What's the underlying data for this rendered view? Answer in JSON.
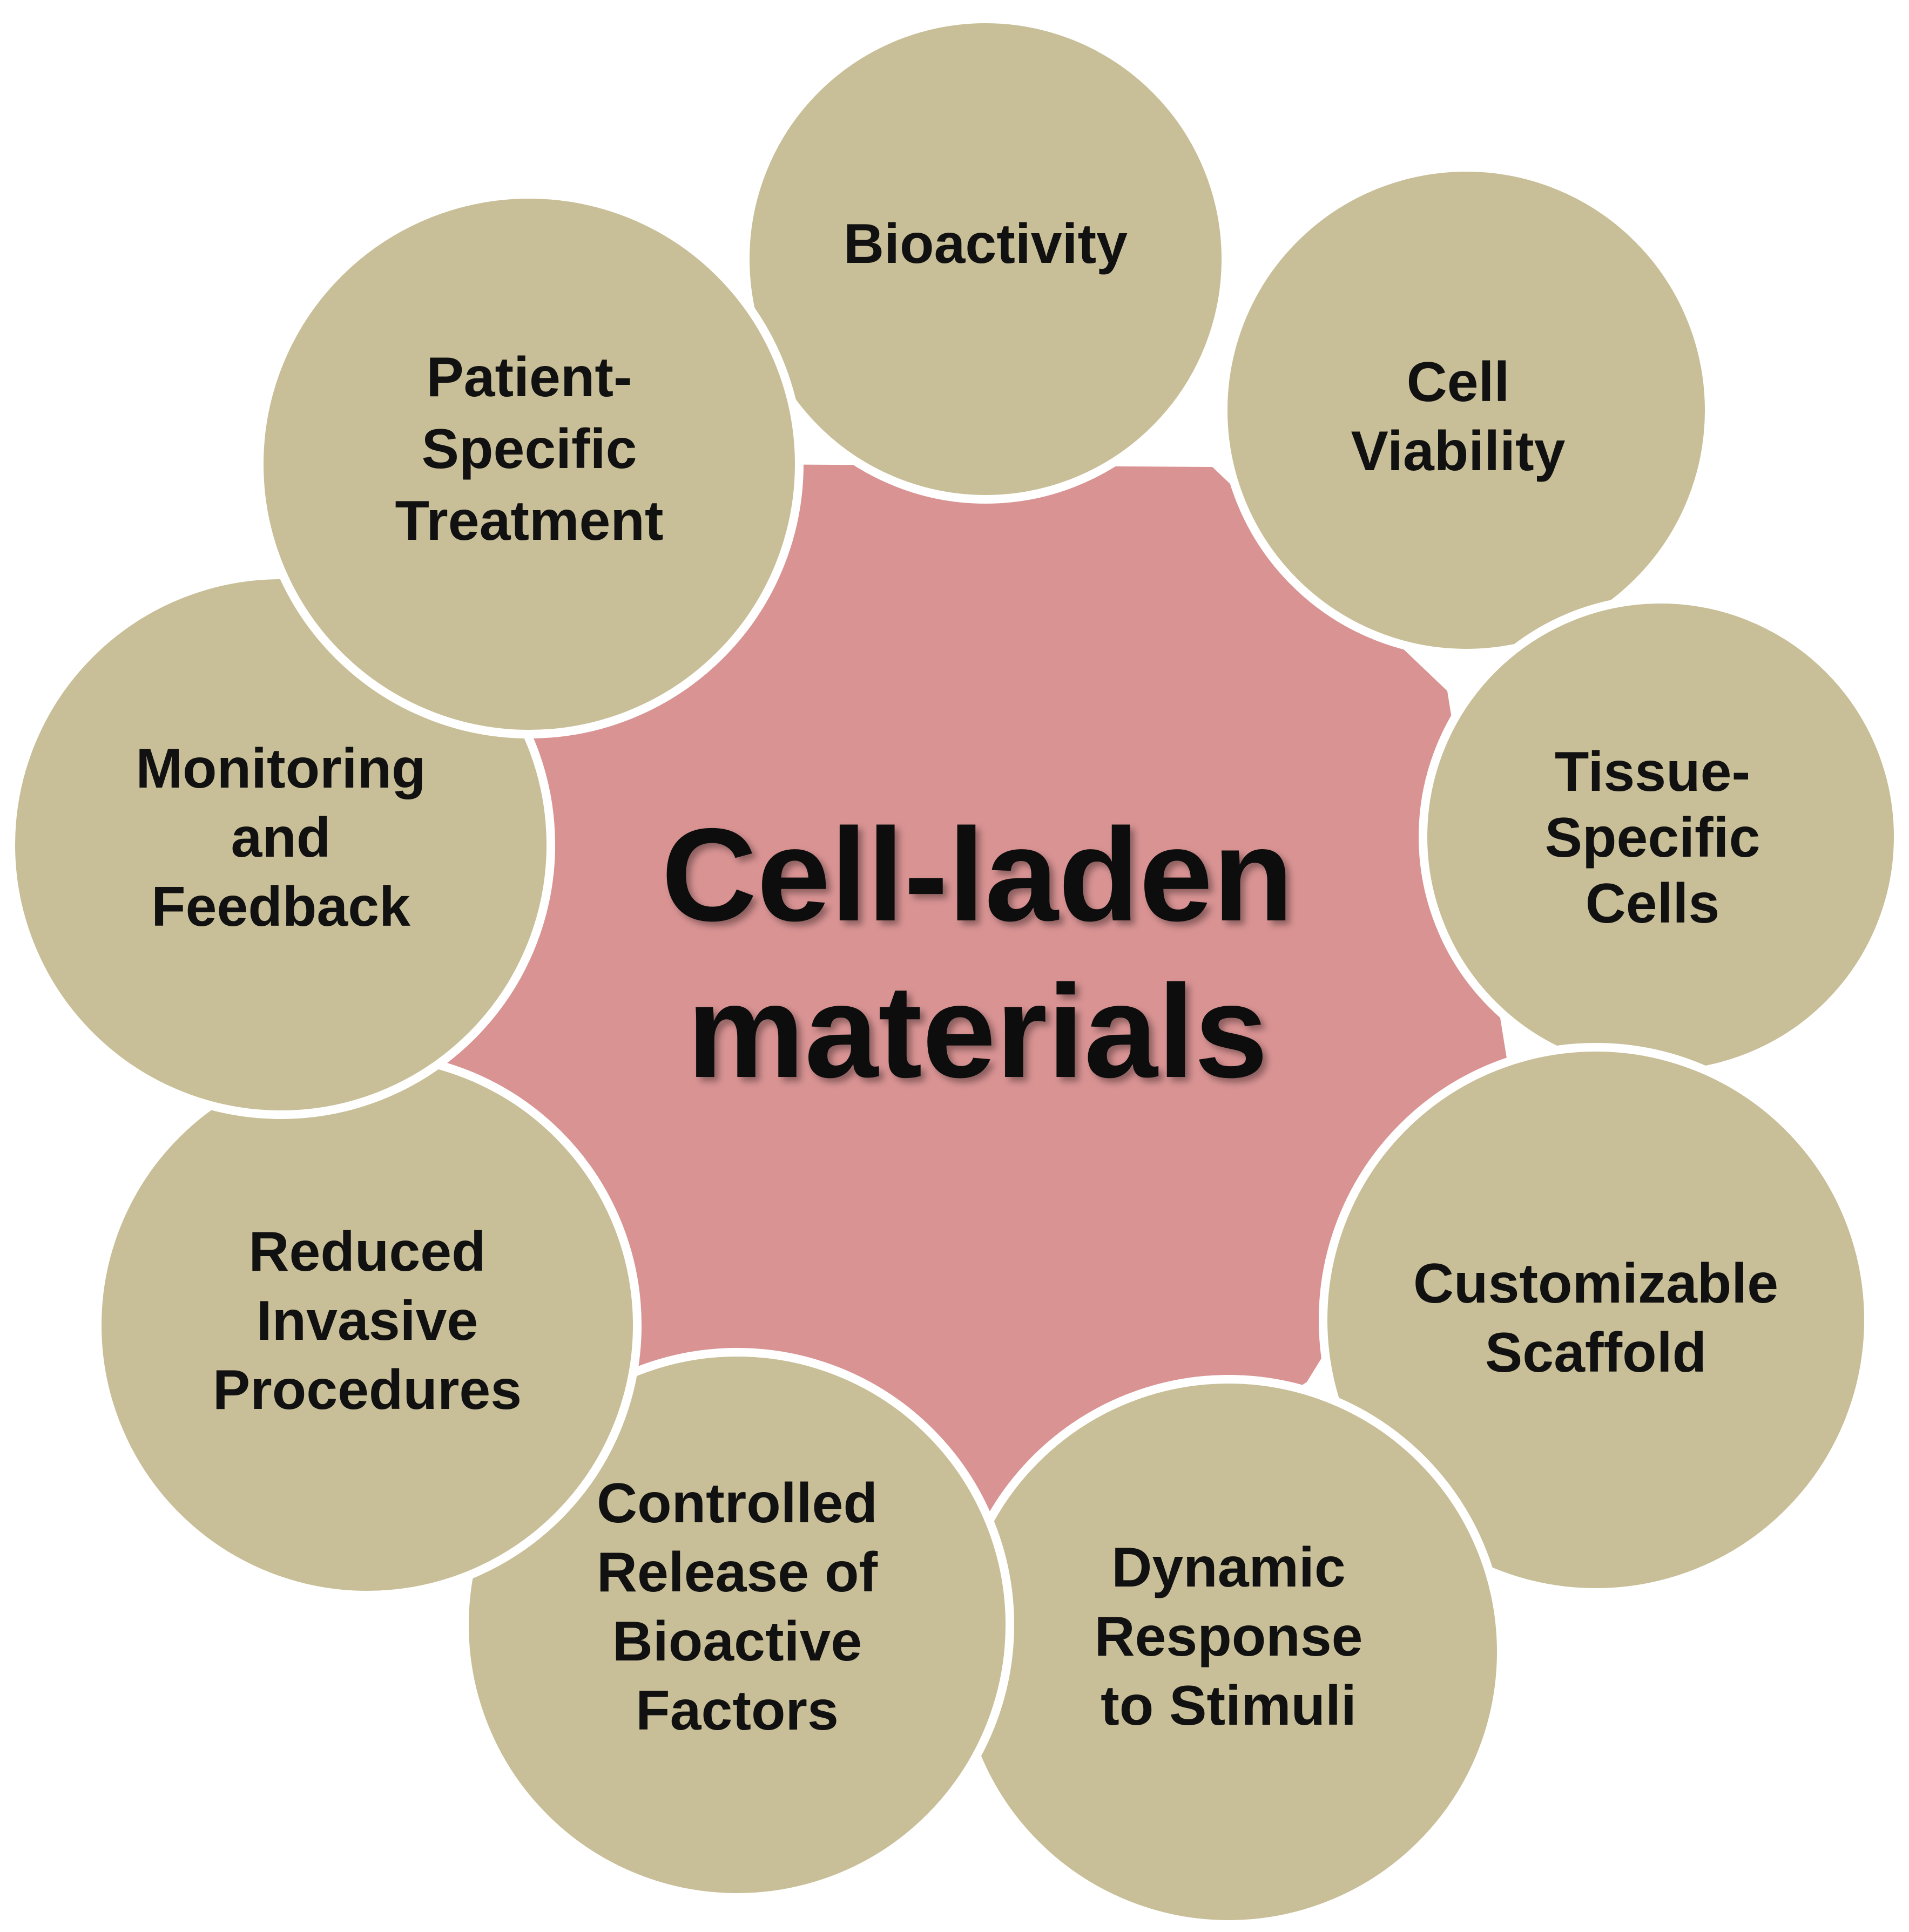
{
  "diagram": {
    "center": {
      "lines": [
        "Cell-laden",
        "materials"
      ],
      "color": "#d99393"
    },
    "petal_color": "#c8bf98",
    "outline_color": "#ffffff",
    "petals": [
      {
        "id": "bioactivity",
        "lines": [
          "Bioactivity"
        ]
      },
      {
        "id": "cell-viability",
        "lines": [
          "Cell",
          "Viability"
        ]
      },
      {
        "id": "tissue-specific-cells",
        "lines": [
          "Tissue-",
          "Specific",
          "Cells"
        ]
      },
      {
        "id": "customizable-scaffold",
        "lines": [
          "Customizable",
          "Scaffold"
        ]
      },
      {
        "id": "dynamic-response-to-stimuli",
        "lines": [
          "Dynamic",
          "Response",
          "to Stimuli"
        ]
      },
      {
        "id": "controlled-release",
        "lines": [
          "Controlled",
          "Release of",
          "Bioactive",
          "Factors"
        ]
      },
      {
        "id": "reduced-invasive-procedures",
        "lines": [
          "Reduced",
          "Invasive",
          "Procedures"
        ]
      },
      {
        "id": "monitoring-and-feedback",
        "lines": [
          "Monitoring",
          "and",
          "Feedback"
        ]
      },
      {
        "id": "patient-specific-treatment",
        "lines": [
          "Patient-",
          "Specific",
          "Treatment"
        ]
      }
    ]
  }
}
